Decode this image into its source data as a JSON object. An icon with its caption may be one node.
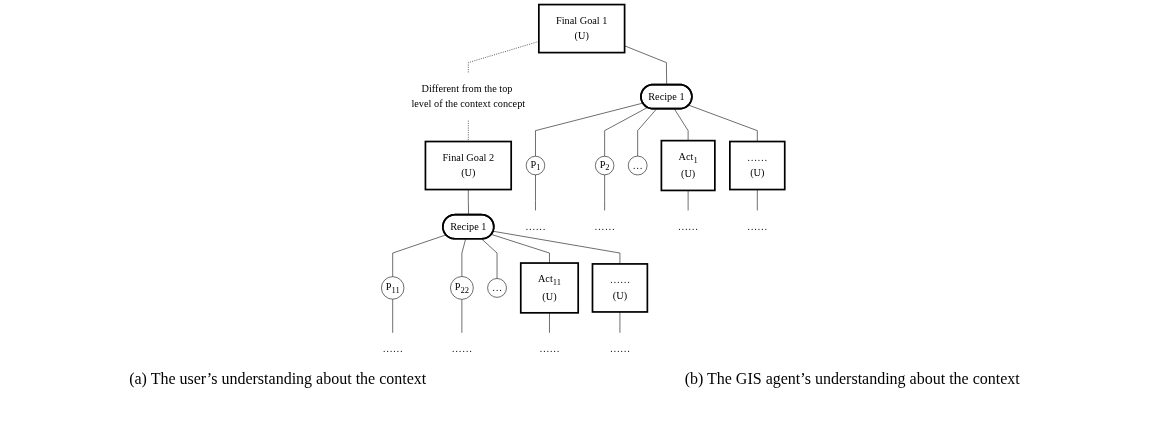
{
  "diagram": {
    "nodes": [
      {
        "text": [
          "Final Goal 1",
          "(U)"
        ]
      },
      {
        "text": [
          "Different from the top level of the context concept"
        ]
      },
      {
        "text": [
          "Final Goal 2",
          "(U)"
        ]
      },
      {
        "text": [
          "Recipe 1"
        ]
      },
      {
        "text": [
          "Recipe 1"
        ]
      },
      {
        "text": [
          "P$_{1}$"
        ]
      },
      {
        "text": [
          "P$_{2}$"
        ]
      },
      {
        "text": [
          "…"
        ]
      },
      {
        "text": [
          "Act$_{1}$",
          "(U)"
        ]
      },
      {
        "text": [
          "……",
          "(U)"
        ]
      },
      {
        "text": [
          "P$_{11}$"
        ]
      },
      {
        "text": [
          "P$_{22}$"
        ]
      },
      {
        "text": [
          "…"
        ]
      },
      {
        "text": [
          "Act$_{11}$",
          "(U)"
        ]
      },
      {
        "text": [
          "……",
          "(U)"
        ]
      },
      {
        "text": [
          "……"
        ]
      },
      {
        "text": [
          "……"
        ]
      },
      {
        "text": [
          "……"
        ]
      },
      {
        "text": [
          "……"
        ]
      },
      {
        "text": [
          "……"
        ]
      },
      {
        "text": [
          "……"
        ]
      },
      {
        "text": [
          "……"
        ]
      },
      {
        "text": [
          "……"
        ]
      }
    ],
    "edges": [
      {
        "from": 0,
        "to": 1,
        "arrow": "none",
        "style": "dashed"
      },
      {
        "from": 1,
        "to": 2,
        "arrow": "none",
        "style": "dashed"
      },
      {
        "from": 0,
        "to": 3,
        "arrow": "none"
      },
      {
        "from": 3,
        "to": 5,
        "arrow": "none"
      },
      {
        "from": 3,
        "to": 6,
        "arrow": "none"
      },
      {
        "from": 3,
        "to": 7,
        "arrow": "none"
      },
      {
        "from": 3,
        "to": 8,
        "arrow": "none"
      },
      {
        "from": 3,
        "to": 9,
        "arrow": "none"
      },
      {
        "from": 5,
        "to": 15,
        "arrow": "none"
      },
      {
        "from": 6,
        "to": 16,
        "arrow": "none"
      },
      {
        "from": 8,
        "to": 17,
        "arrow": "none"
      },
      {
        "from": 9,
        "to": 18,
        "arrow": "none"
      },
      {
        "from": 2,
        "to": 4,
        "arrow": "none"
      },
      {
        "from": 4,
        "to": 10,
        "arrow": "none"
      },
      {
        "from": 4,
        "to": 11,
        "arrow": "none"
      },
      {
        "from": 4,
        "to": 12,
        "arrow": "none"
      },
      {
        "from": 4,
        "to": 13,
        "arrow": "none"
      },
      {
        "from": 4,
        "to": 14,
        "arrow": "none"
      },
      {
        "from": 10,
        "to": 19,
        "arrow": "none"
      },
      {
        "from": 11,
        "to": 20,
        "arrow": "none"
      },
      {
        "from": 13,
        "to": 21,
        "arrow": "none"
      },
      {
        "from": 14,
        "to": 22,
        "arrow": "none"
      }
    ],
    "labels": [
      "(a) The user’s understanding about the context",
      "(b) The GIS agent’s understanding about the context"
    ]
  }
}
